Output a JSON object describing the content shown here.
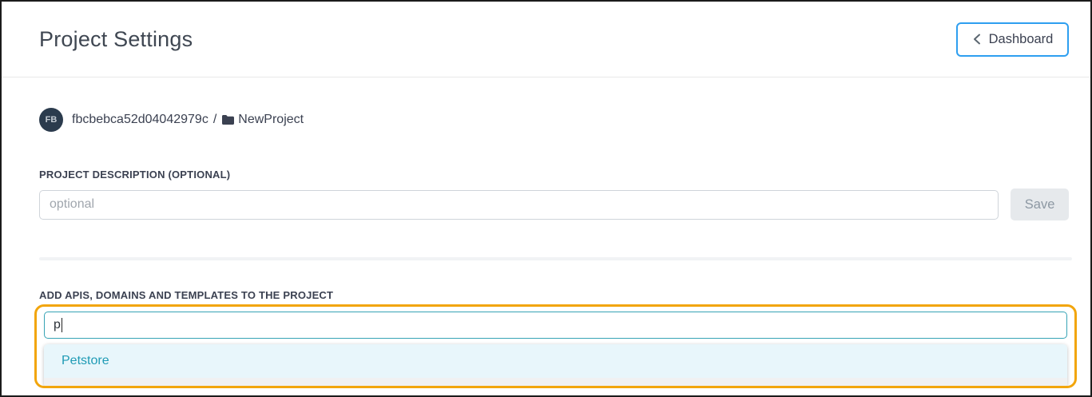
{
  "header": {
    "title": "Project Settings",
    "dashboard_button_label": "Dashboard"
  },
  "owner": {
    "avatar_initials": "FB",
    "owner_id": "fbcbebca52d04042979c",
    "separator": "/",
    "project_name": "NewProject"
  },
  "description_section": {
    "label": "PROJECT DESCRIPTION (OPTIONAL)",
    "input_placeholder": "optional",
    "input_value": "",
    "save_label": "Save"
  },
  "add_section": {
    "label": "ADD APIS, DOMAINS AND TEMPLATES TO THE PROJECT",
    "search_value": "p",
    "suggestions": [
      {
        "label": "Petstore"
      }
    ]
  },
  "colors": {
    "accent_blue": "#2e9ff0",
    "highlight_orange": "#f2a50c",
    "search_focus_teal": "#36a3b5",
    "suggestion_text": "#1f9bb5",
    "suggestion_bg": "#e8f6fb",
    "avatar_bg": "#2b3b4d"
  }
}
